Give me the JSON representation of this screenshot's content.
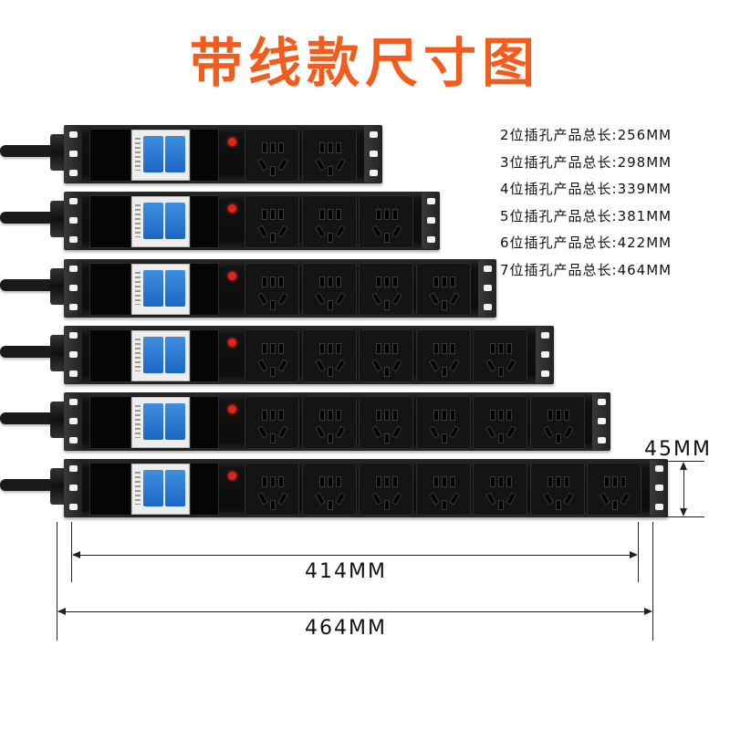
{
  "title": "带线款尺寸图",
  "specs": [
    "2位插孔产品总长:256MM",
    "3位插孔产品总长:298MM",
    "4位插孔产品总长:339MM",
    "5位插孔产品总长:381MM",
    "6位插孔产品总长:422MM",
    "7位插孔产品总长:464MM"
  ],
  "strips": [
    {
      "outlets": 2,
      "length_mm": 256
    },
    {
      "outlets": 3,
      "length_mm": 298
    },
    {
      "outlets": 4,
      "length_mm": 339
    },
    {
      "outlets": 5,
      "length_mm": 381
    },
    {
      "outlets": 6,
      "length_mm": 422
    },
    {
      "outlets": 7,
      "length_mm": 464
    }
  ],
  "dimensions": {
    "height_label": "45MM",
    "inner_label": "414MM",
    "total_label": "464MM"
  },
  "colors": {
    "title": "#f25c1e",
    "breaker_switch": "#1c67c4",
    "indicator": "#e8201a"
  }
}
